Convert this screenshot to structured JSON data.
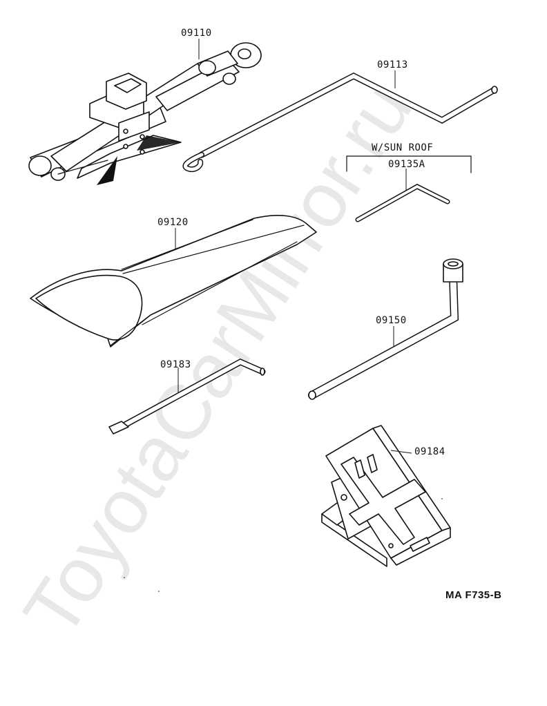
{
  "watermark": "ToyotaCarMirror.ru",
  "parts": [
    {
      "id": "jack",
      "number": "09110"
    },
    {
      "id": "jack-handle",
      "number": "09113"
    },
    {
      "id": "sunroof-wrench",
      "number": "09135A",
      "group_label": "W/SUN ROOF"
    },
    {
      "id": "tool-bag",
      "number": "09120"
    },
    {
      "id": "wheel-nut-wrench",
      "number": "09150"
    },
    {
      "id": "screwdriver-bar",
      "number": "09183"
    },
    {
      "id": "wheel-chock",
      "number": "09184"
    }
  ],
  "diagram_code": "MA F735-B"
}
